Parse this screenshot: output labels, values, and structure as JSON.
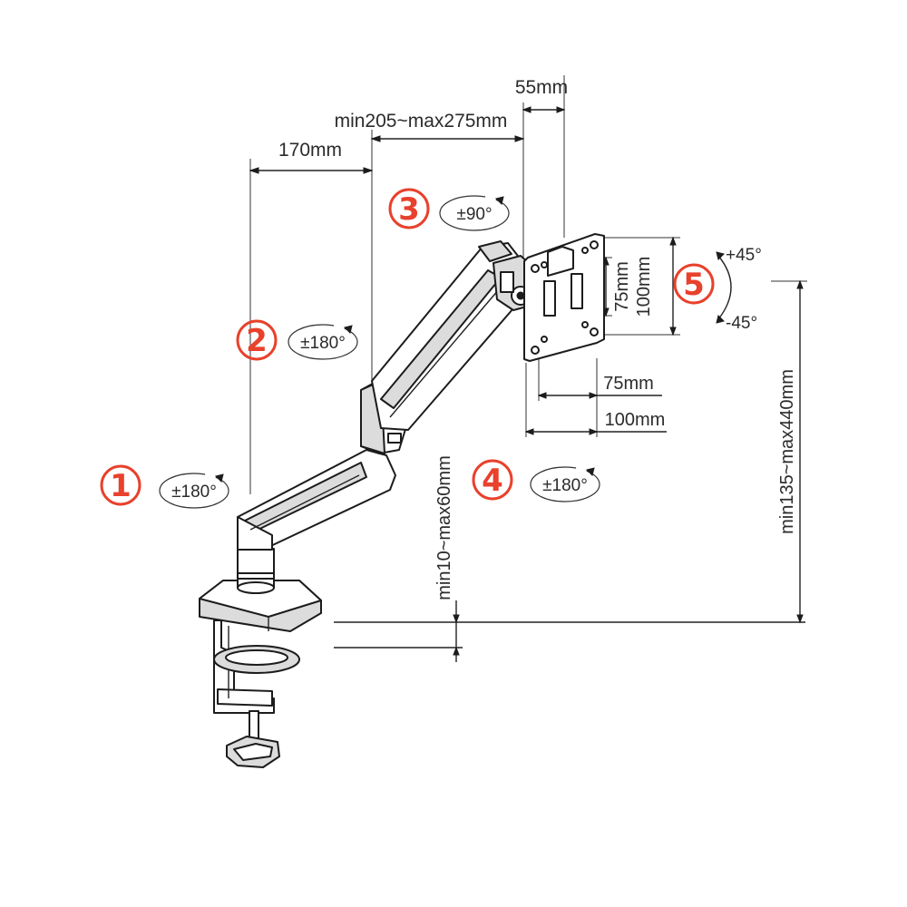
{
  "dimensions": {
    "arm_first_segment": "170mm",
    "arm_second_segment": "min205~max275mm",
    "tilt_head_offset": "55mm",
    "vesa_75_vertical": "75mm",
    "vesa_100_vertical": "100mm",
    "vesa_75_horizontal": "75mm",
    "vesa_100_horizontal": "100mm",
    "desk_thickness": "min10~max60mm",
    "height_range": "min135~max440mm"
  },
  "rotations": {
    "joint_1": {
      "marker": "1",
      "angle": "±180°"
    },
    "joint_2": {
      "marker": "2",
      "angle": "±180°"
    },
    "joint_3": {
      "marker": "3",
      "angle": "±90°"
    },
    "joint_4": {
      "marker": "4",
      "angle": "±180°"
    },
    "joint_5": {
      "marker": "5",
      "tilt_up": "+45°",
      "tilt_down": "-45°"
    }
  },
  "colors": {
    "marker": "#e8412c",
    "line": "#222222",
    "background": "#ffffff"
  }
}
